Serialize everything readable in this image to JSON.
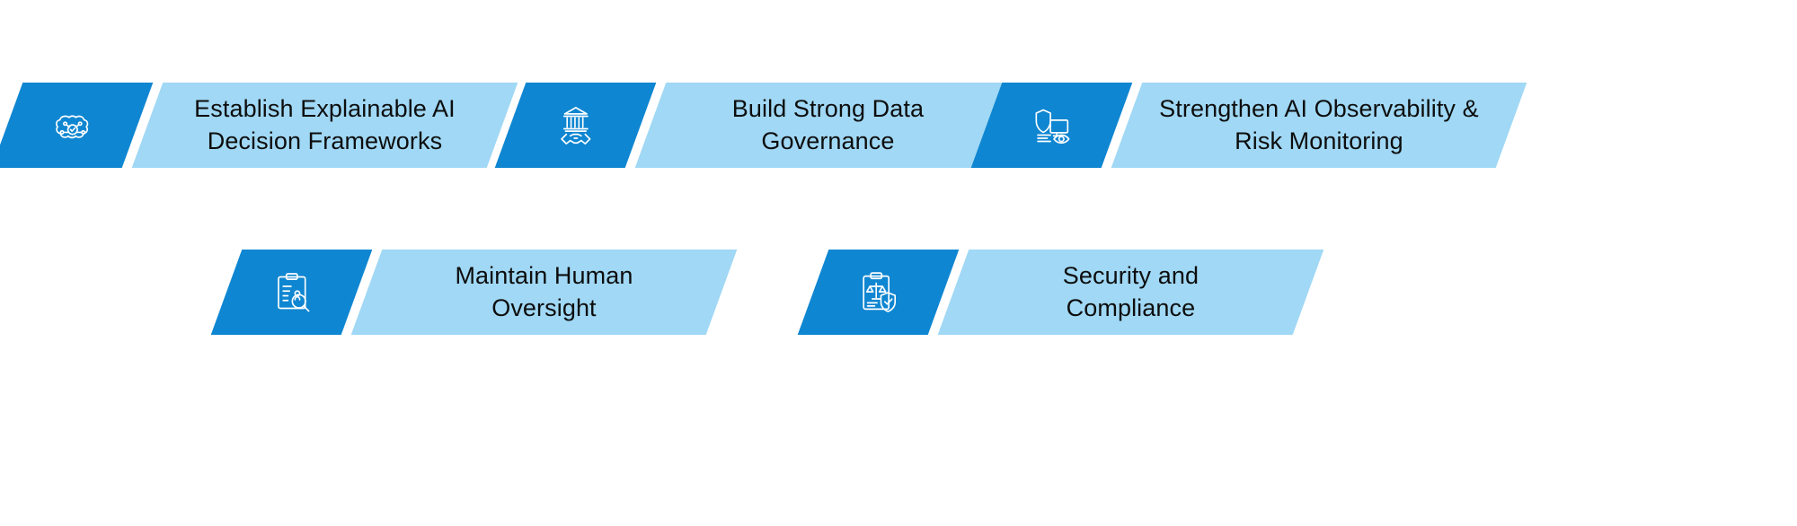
{
  "theme": {
    "background": "#ffffff",
    "accent_blue": "#0f86d1",
    "body_blue": "#a0d8f5",
    "text_color": "#0d0d0d",
    "icon_color": "#ffffff"
  },
  "diagram": {
    "type": "parallelogram-process-list",
    "rows": [
      {
        "items": [
          0,
          1,
          2
        ]
      },
      {
        "items": [
          3,
          4
        ]
      }
    ],
    "items": [
      {
        "id": "item-1",
        "label": "Establish Explainable AI Decision Frameworks",
        "line1": "Establish Explainable AI",
        "line2": "Decision Frameworks",
        "icon": "brain-network-check-icon"
      },
      {
        "id": "item-2",
        "label": "Build Strong Data Governance",
        "line1": "Build Strong Data",
        "line2": "Governance",
        "icon": "institution-handshake-icon"
      },
      {
        "id": "item-3",
        "label": "Strengthen AI Observability & Risk Monitoring",
        "line1": "Strengthen AI Observability &",
        "line2": "Risk Monitoring",
        "icon": "shield-monitor-eye-icon"
      },
      {
        "id": "item-4",
        "label": "Maintain Human Oversight",
        "line1": "Maintain Human",
        "line2": "Oversight",
        "icon": "clipboard-magnifier-icon"
      },
      {
        "id": "item-5",
        "label": "Security and Compliance",
        "line1": "Security and",
        "line2": "Compliance",
        "icon": "clipboard-scales-shield-icon"
      }
    ]
  }
}
